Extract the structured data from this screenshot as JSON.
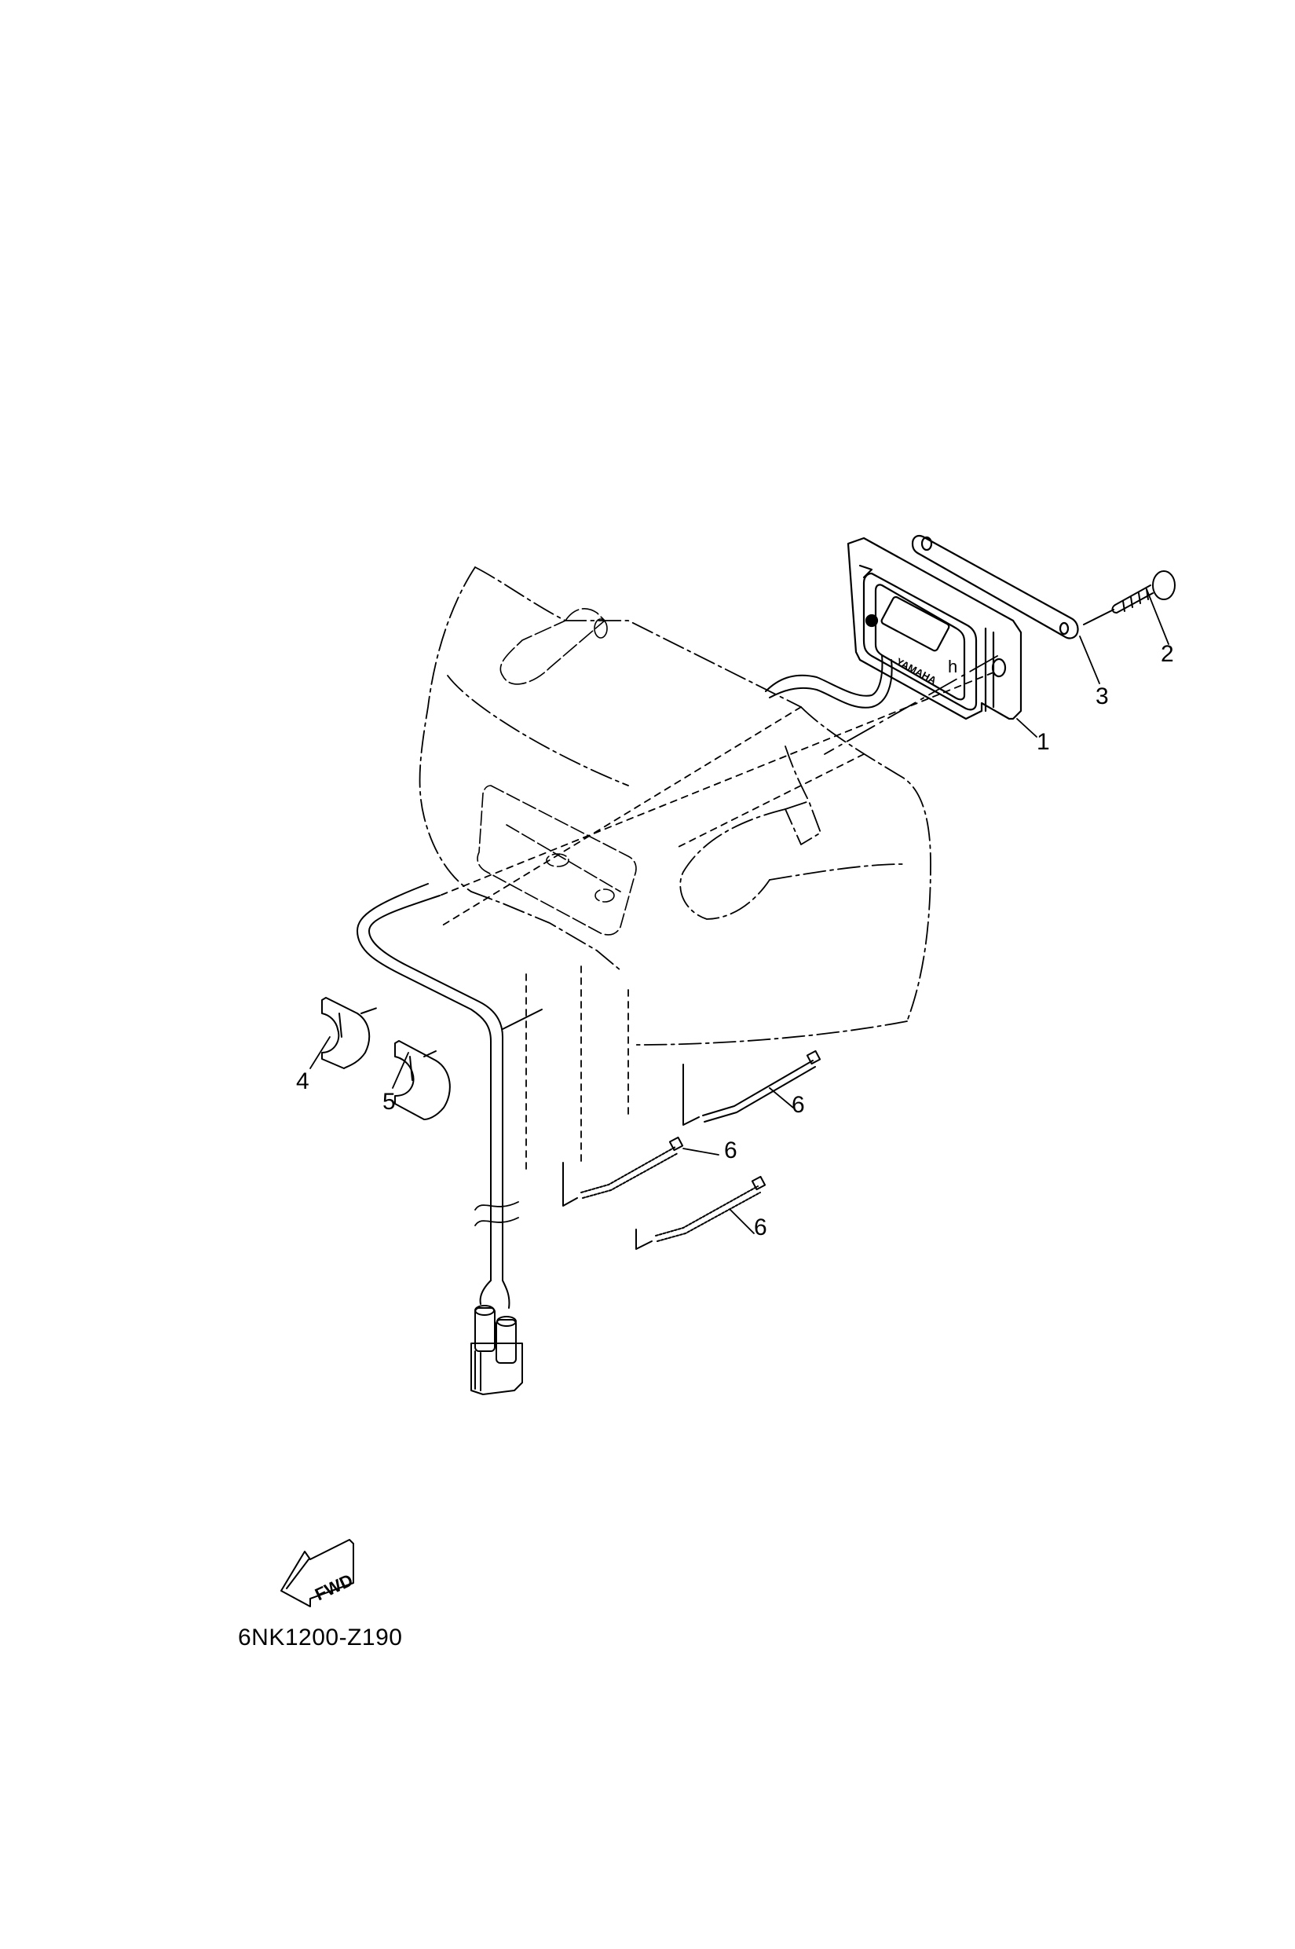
{
  "diagram": {
    "title": "",
    "drawing_code": "6NK1200-Z190",
    "direction_indicator": "FWD",
    "brand_marking": "YAMAHA",
    "meter_unit": "h",
    "background": "#ffffff",
    "line_color": "#000000"
  },
  "callouts": [
    {
      "number": "1",
      "part": "hour-meter"
    },
    {
      "number": "2",
      "part": "screw"
    },
    {
      "number": "3",
      "part": "bracket-plate"
    },
    {
      "number": "4",
      "part": "clamp"
    },
    {
      "number": "5",
      "part": "clamp"
    },
    {
      "number": "6",
      "part": "cable-tie"
    },
    {
      "number": "6",
      "part": "cable-tie"
    },
    {
      "number": "6",
      "part": "cable-tie"
    }
  ]
}
